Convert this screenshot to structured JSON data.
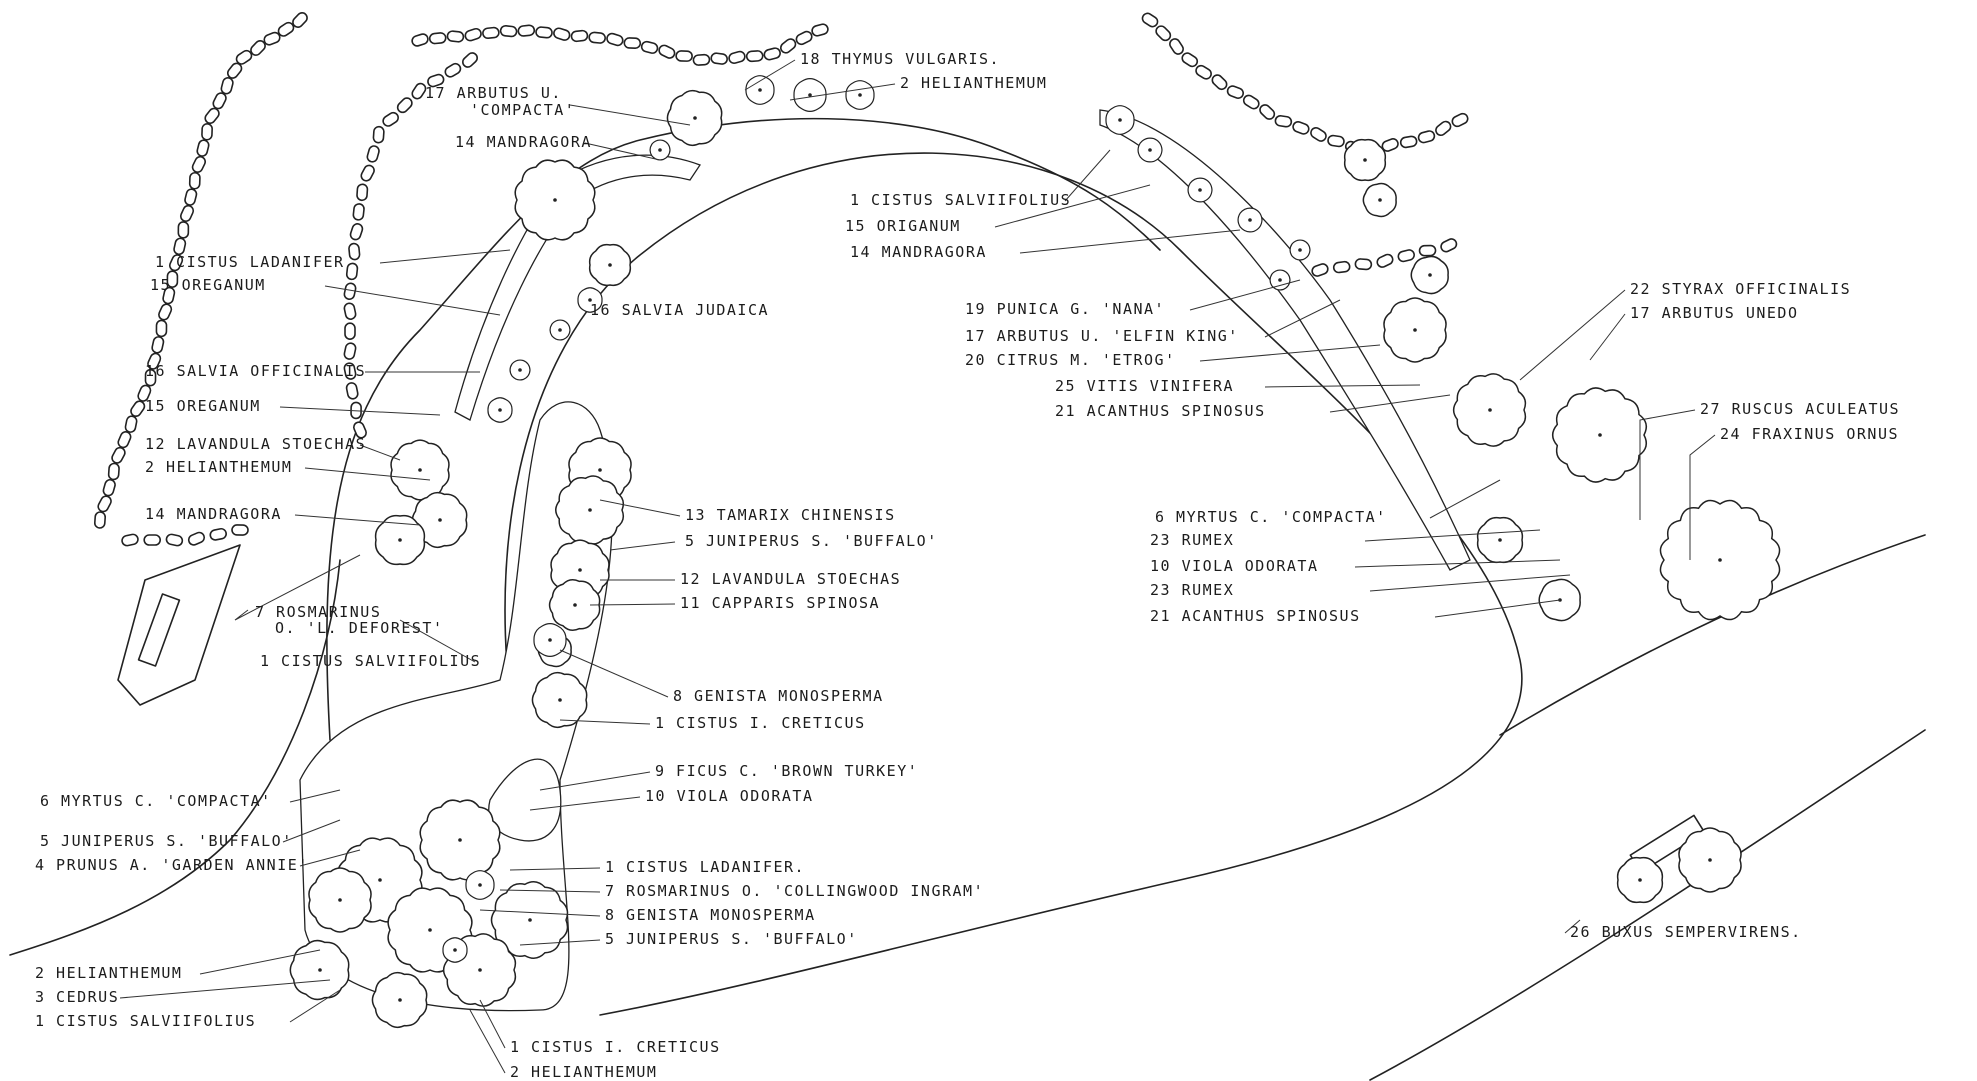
{
  "colors": {
    "ink": "#222222",
    "paper": "#ffffff"
  },
  "labels": {
    "l1": "18 THYMUS VULGARIS.",
    "l2": "2 HELIANTHEMUM",
    "l3a": "17 ARBUTUS U.",
    "l3b": "'COMPACTA'",
    "l4": "14 MANDRAGORA",
    "l5": "1 CISTUS SALVIIFOLIUS",
    "l6": "15 ORIGANUM",
    "l7": "14 MANDRAGORA",
    "l8": "1 CISTUS LADANIFER",
    "l9": "15 OREGANUM",
    "l10": "16 SALVIA JUDAICA",
    "l11": "19 PUNICA G. 'NANA'",
    "l12": "17 ARBUTUS U. 'ELFIN KING'",
    "l13": "20 CITRUS M. 'ETROG'",
    "l14": "22 STYRAX OFFICINALIS",
    "l15": "17 ARBUTUS UNEDO",
    "l16": "25 VITIS VINIFERA",
    "l17": "21 ACANTHUS SPINOSUS",
    "l18": "16 SALVIA OFFICINALIS",
    "l19": "15 OREGANUM",
    "l20": "12 LAVANDULA STOECHAS",
    "l21": "2 HELIANTHEMUM",
    "l22": "14 MANDRAGORA",
    "l23": "27 RUSCUS ACULEATUS",
    "l24": "24 FRAXINUS ORNUS",
    "l25": "13 TAMARIX CHINENSIS",
    "l26": "5 JUNIPERUS S. 'BUFFALO'",
    "l27": "12 LAVANDULA STOECHAS",
    "l28": "11 CAPPARIS SPINOSA",
    "l29": "6 MYRTUS C. 'COMPACTA'",
    "l30": "23 RUMEX",
    "l31": "10 VIOLA ODORATA",
    "l32": "23 RUMEX",
    "l33": "21 ACANTHUS SPINOSUS",
    "l34a": "7 ROSMARINUS",
    "l34b": "O. 'L. DEFOREST'",
    "l35": "1 CISTUS SALVIIFOLIUS",
    "l36": "8 GENISTA MONOSPERMA",
    "l37": "1 CISTUS I. CRETICUS",
    "l38": "9 FICUS C. 'BROWN TURKEY'",
    "l39": "10 VIOLA ODORATA",
    "l40": "6 MYRTUS C. 'COMPACTA'",
    "l41": "5 JUNIPERUS S. 'BUFFALO'",
    "l42": "4 PRUNUS A. 'GARDEN ANNIE'",
    "l43": "1 CISTUS LADANIFER.",
    "l44": "7 ROSMARINUS O. 'COLLINGWOOD INGRAM'",
    "l45": "8 GENISTA MONOSPERMA",
    "l46": "5 JUNIPERUS S. 'BUFFALO'",
    "l47": "26 BUXUS SEMPERVIRENS.",
    "l48": "2 HELIANTHEMUM",
    "l49": "3 CEDRUS",
    "l50": "1 CISTUS SALVIIFOLIUS",
    "l51": "1 CISTUS I. CRETICUS",
    "l52": "2 HELIANTHEMUM"
  }
}
